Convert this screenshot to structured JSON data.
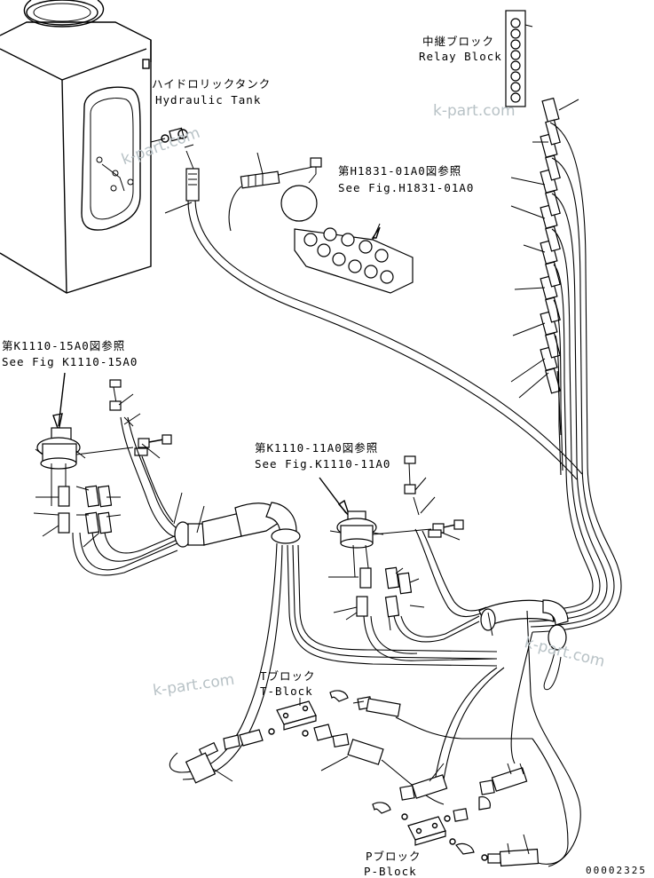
{
  "labels": {
    "hydraulic_tank_jp": "ハイドロリックタンク",
    "hydraulic_tank_en": "Hydraulic Tank",
    "relay_block_jp": "中継ブロック",
    "relay_block_en": "Relay Block",
    "fig_h1831_jp": "第H1831-01A0図参照",
    "fig_h1831_en": "See Fig.H1831-01A0",
    "fig_k1110_15_jp": "第K1110-15A0図参照",
    "fig_k1110_15_en": "See Fig K1110-15A0",
    "fig_k1110_11_jp": "第K1110-11A0図参照",
    "fig_k1110_11_en": "See Fig.K1110-11A0",
    "t_block_jp": "Tブロック",
    "t_block_en": "T-Block",
    "p_block_jp": "Pブロック",
    "p_block_en": "P-Block"
  },
  "watermark": "k-part.com",
  "document_number": "00002325"
}
